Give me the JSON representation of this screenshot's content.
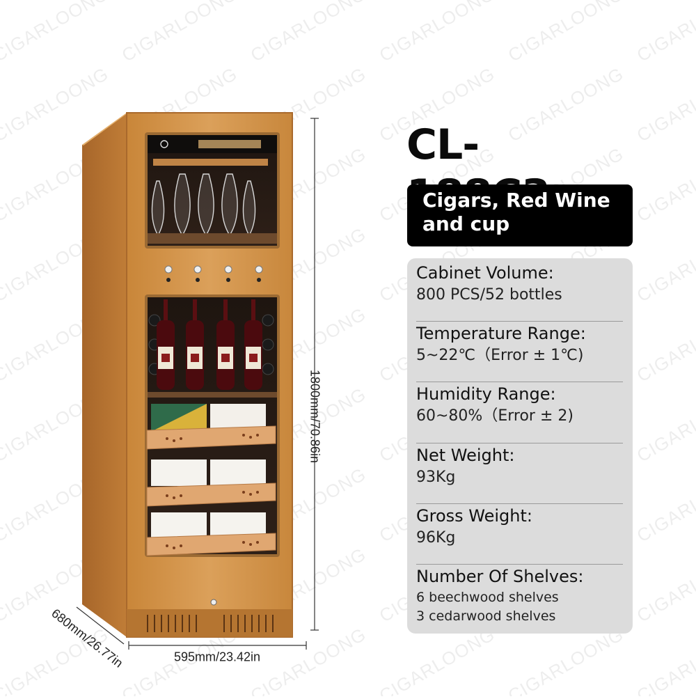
{
  "watermark": "CIGARLOONG",
  "product": {
    "model": "CL-188C3",
    "type_lines": [
      "Cigars, Red Wine",
      "and cup"
    ],
    "dimensions": {
      "height": "1800mm/70.86in",
      "width": "595mm/23.42in",
      "depth": "680mm/26.77in"
    }
  },
  "specs": [
    {
      "label": "Cabinet Volume:",
      "values": [
        "800 PCS/52 bottles"
      ]
    },
    {
      "label": "Temperature Range:",
      "values": [
        "5~22℃（Error ± 1℃)"
      ]
    },
    {
      "label": "Humidity Range:",
      "values": [
        "60~80%（Error ± 2)"
      ]
    },
    {
      "label": "Net Weight:",
      "values": [
        "93Kg"
      ]
    },
    {
      "label": "Gross Weight:",
      "values": [
        "96Kg"
      ]
    },
    {
      "label": "Number Of Shelves:",
      "values": [
        "6 beechwood shelves",
        "3 cedarwood shelves"
      ]
    }
  ],
  "colors": {
    "cabinet": "#d4924a",
    "cabinet_dark": "#b6742f",
    "panel": "#dcdcdc",
    "label_box": "#000000"
  }
}
